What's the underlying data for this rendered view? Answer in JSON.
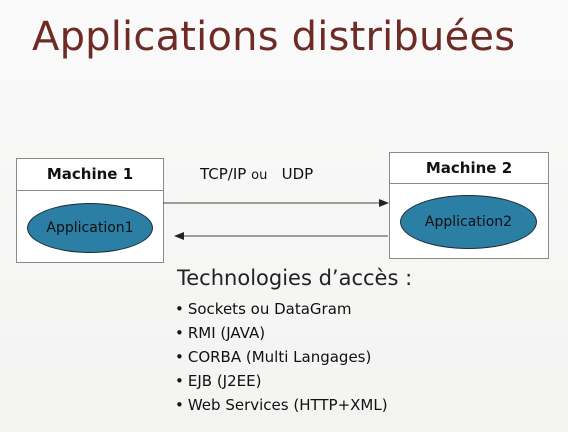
{
  "title": "Applications distribuées",
  "machine1": {
    "label": "Machine 1",
    "app": "Application1"
  },
  "machine2": {
    "label": "Machine 2",
    "app": "Application2"
  },
  "protocol": {
    "part1": "TCP/IP",
    "part2": "ou",
    "part3": "UDP"
  },
  "technologies": {
    "heading": "Technologies d’accès :",
    "items": [
      "Sockets ou DataGram",
      "RMI (JAVA)",
      "CORBA (Multi Langages)",
      "EJB (J2EE)",
      "Web Services (HTTP+XML)"
    ]
  },
  "colors": {
    "title": "#6e2b25",
    "application_fill": "#2b7fa4",
    "box_border": "#8a8a8a"
  }
}
